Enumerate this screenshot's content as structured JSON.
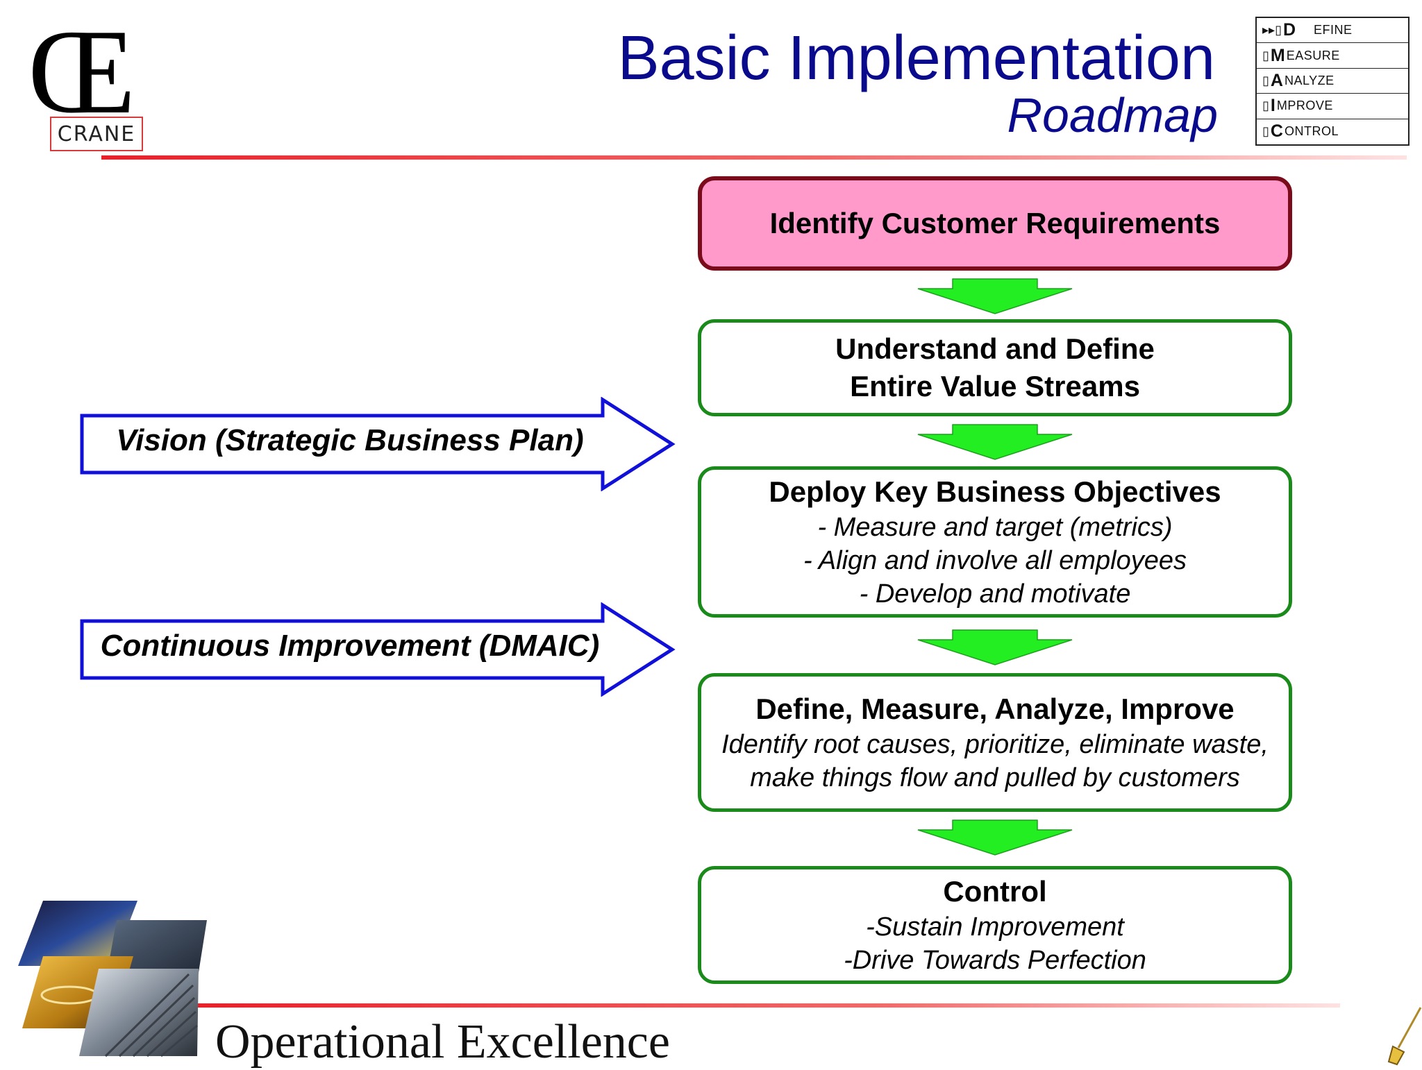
{
  "header": {
    "logo_mark": "Œ",
    "logo_text": "CRANE",
    "title": "Basic Implementation",
    "subtitle": "Roadmap"
  },
  "dmaic_menu": [
    {
      "mark": "▸▸▯",
      "initial": "D",
      "rest": "EFINE",
      "active": true
    },
    {
      "mark": "▯",
      "initial": "M",
      "rest": "EASURE",
      "active": false
    },
    {
      "mark": "▯",
      "initial": "A",
      "rest": "NALYZE",
      "active": false
    },
    {
      "mark": "▯",
      "initial": "I",
      "rest": "MPROVE",
      "active": false
    },
    {
      "mark": "▯",
      "initial": "C",
      "rest": "ONTROL",
      "active": false
    }
  ],
  "steps": [
    {
      "heading": "Identify Customer Requirements",
      "lines": []
    },
    {
      "heading": "Understand and Define",
      "heading2": "Entire Value Streams",
      "lines": []
    },
    {
      "heading": "Deploy Key Business Objectives",
      "lines": [
        "- Measure and target (metrics)",
        "- Align and involve all employees",
        "- Develop and motivate"
      ]
    },
    {
      "heading": "Define, Measure, Analyze, Improve",
      "lines": [
        "Identify root causes, prioritize, eliminate waste,",
        "make things flow and pulled by customers"
      ]
    },
    {
      "heading": "Control",
      "lines": [
        "-Sustain Improvement",
        "-Drive Towards Perfection"
      ]
    }
  ],
  "side_arrows": [
    {
      "label": "Vision (Strategic Business Plan)"
    },
    {
      "label": "Continuous Improvement (DMAIC)"
    }
  ],
  "footer": {
    "text": "Operational Excellence"
  },
  "colors": {
    "title": "#0a0a8c",
    "side_arrow_stroke": "#1010d8",
    "down_arrow_fill": "#22ee22",
    "step_border": "#1a8a1a",
    "first_step_fill": "#ff9acb",
    "first_step_border": "#7a0b1a",
    "rule": "#e8202a"
  }
}
